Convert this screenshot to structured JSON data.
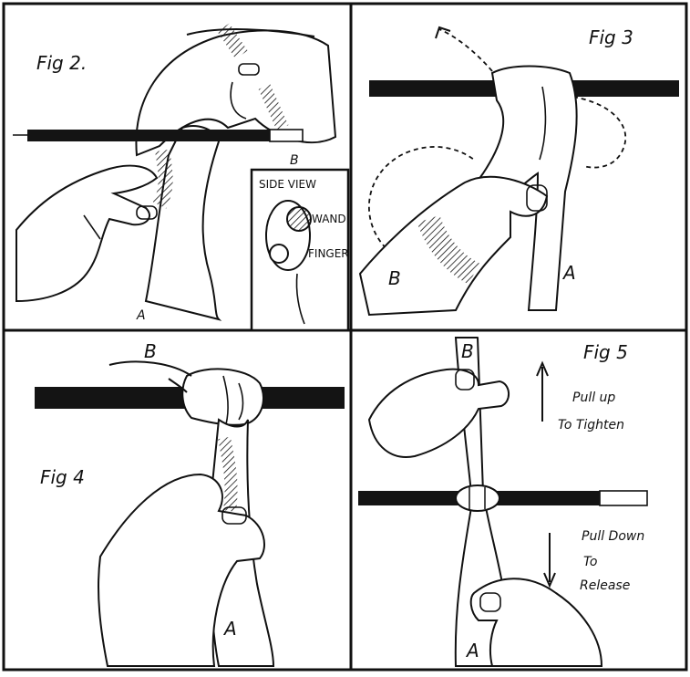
{
  "panels": [
    {
      "title": "Fig 2.",
      "labels": {
        "a": "A",
        "b": "B"
      },
      "inset": {
        "title": "SIDE VIEW",
        "wand_label": "WAND",
        "finger_label": "FINGER"
      }
    },
    {
      "title": "Fig 3",
      "labels": {
        "a": "A",
        "b": "B"
      }
    },
    {
      "title": "Fig 4",
      "labels": {
        "a": "A",
        "b": "B"
      }
    },
    {
      "title": "Fig 5",
      "labels": {
        "a": "A",
        "b": "B"
      },
      "instructions": {
        "pull_up_line1": "Pull up",
        "pull_up_line2": "To Tighten",
        "pull_down_line1": "Pull Down",
        "pull_down_line2": "To",
        "pull_down_line3": "Release"
      }
    }
  ],
  "colors": {
    "ink": "#111111",
    "paper": "#ffffff",
    "wand": "#141414"
  }
}
